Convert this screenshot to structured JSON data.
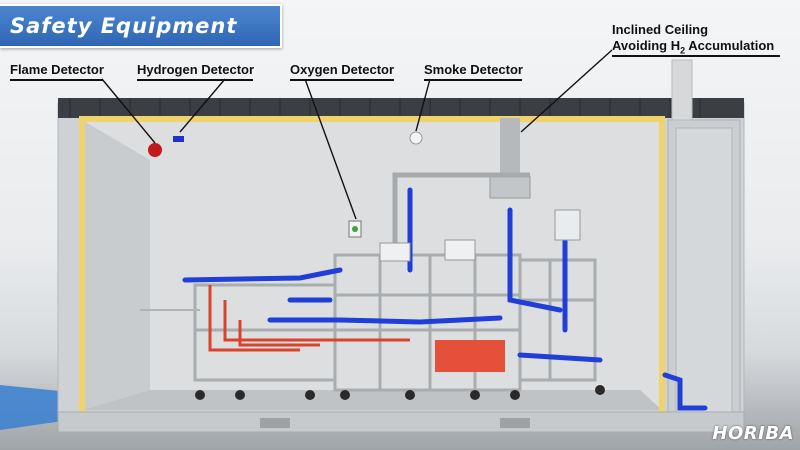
{
  "title": "Safety Equipment",
  "labels": {
    "flame_detector": "Flame Detector",
    "hydrogen_detector": "Hydrogen Detector",
    "oxygen_detector": "Oxygen Detector",
    "smoke_detector": "Smoke Detector",
    "inclined_ceiling_line1": "Inclined Ceiling",
    "inclined_ceiling_line2_prefix": "Avoiding H",
    "inclined_ceiling_subscript": "2",
    "inclined_ceiling_line2_suffix": " Accumulation"
  },
  "brand": "HORIBA",
  "colors": {
    "banner_blue": "#3a74c2",
    "pipe_blue": "#1f3fd8",
    "pipe_red": "#d8452c",
    "ceiling_yellow": "#f0d36a",
    "flame_detector_red": "#c21a1a",
    "hydrogen_detector_blue": "#2233cc"
  }
}
